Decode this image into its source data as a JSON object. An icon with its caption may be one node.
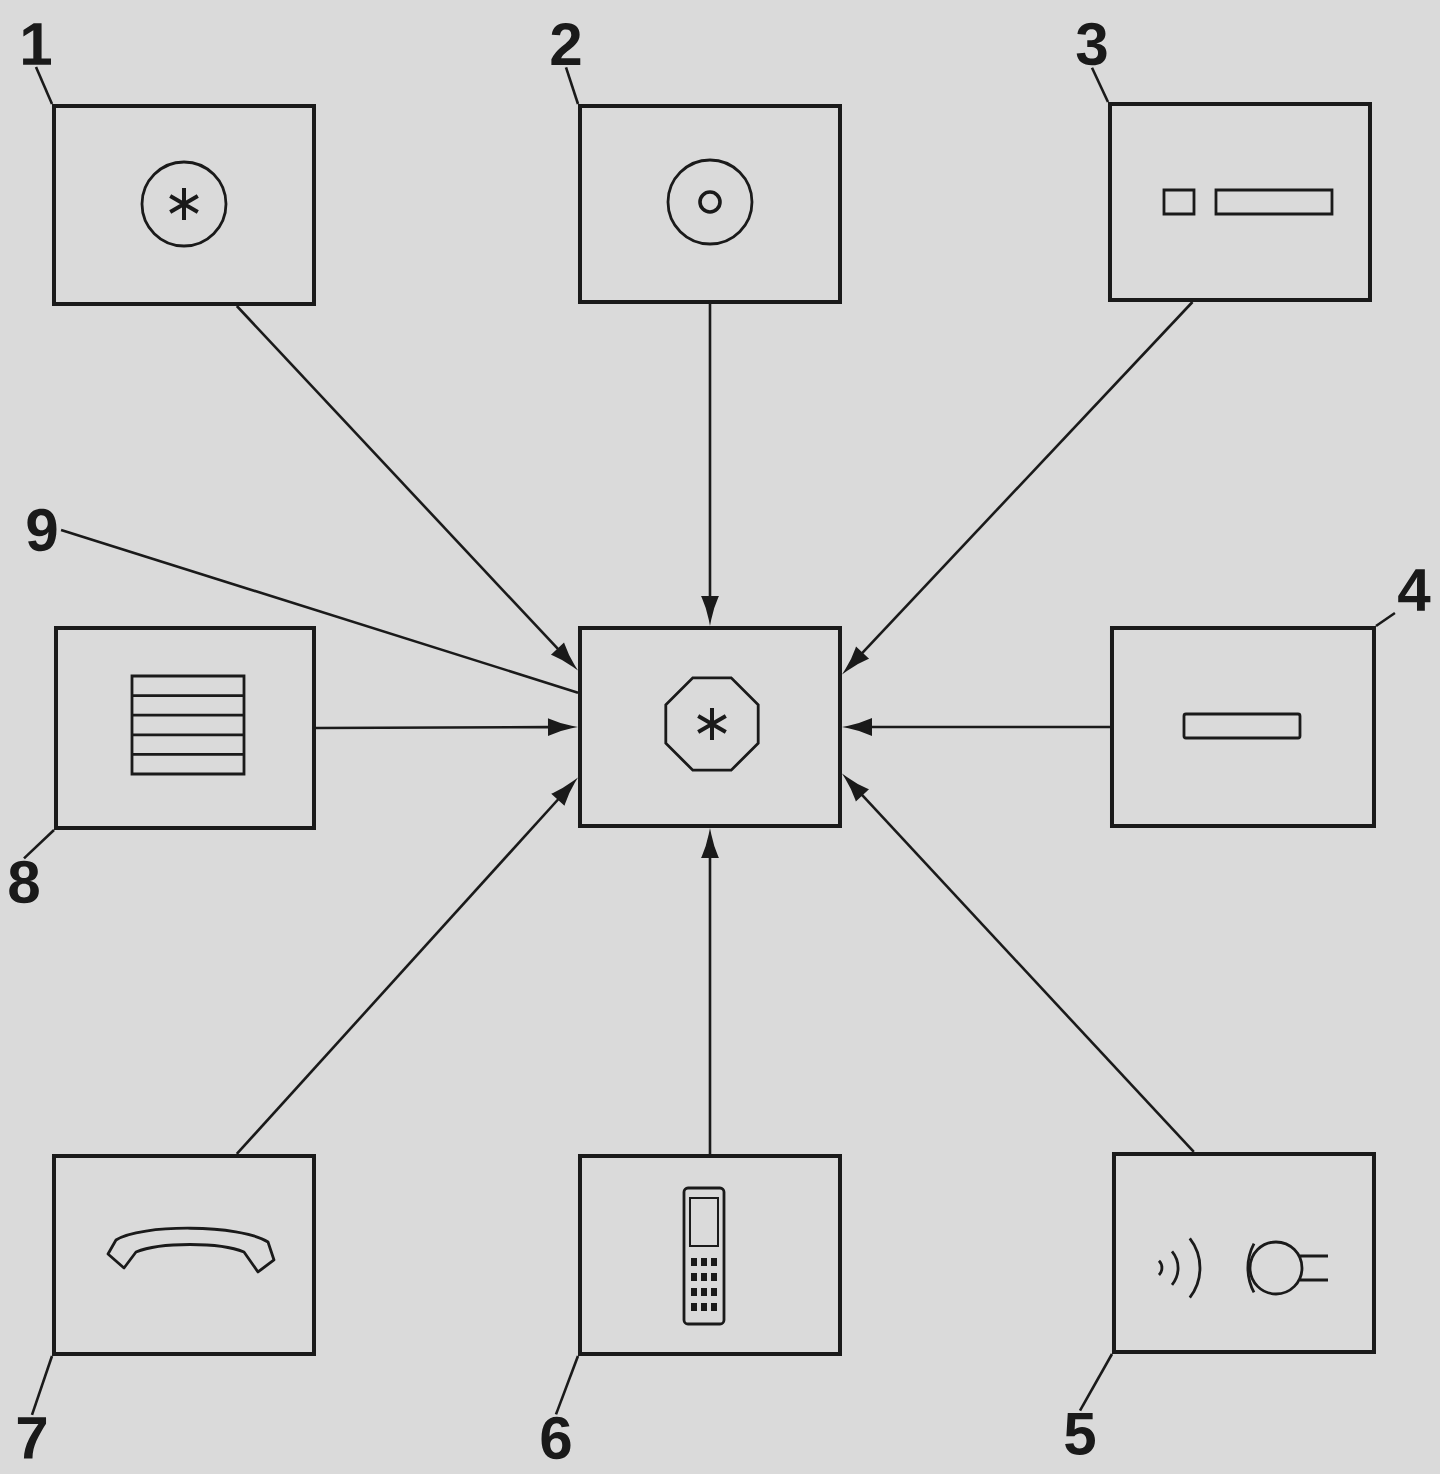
{
  "diagram": {
    "nodes": [
      {
        "text": [
          "1"
        ]
      },
      {
        "text": [],
        "shape": "box"
      },
      {
        "text": [
          "2"
        ]
      },
      {
        "text": [],
        "shape": "box"
      },
      {
        "text": [
          "3"
        ]
      },
      {
        "text": [],
        "shape": "box"
      },
      {
        "text": [
          "9"
        ]
      },
      {
        "text": [
          "4"
        ]
      },
      {
        "text": [],
        "shape": "box"
      },
      {
        "text": [],
        "shape": "box"
      },
      {
        "text": [],
        "shape": "box"
      },
      {
        "text": [
          "8"
        ]
      },
      {
        "text": [],
        "shape": "box"
      },
      {
        "text": [],
        "shape": "box"
      },
      {
        "text": [],
        "shape": "box"
      },
      {
        "text": [
          "7"
        ]
      },
      {
        "text": [
          "6"
        ]
      },
      {
        "text": [
          "5"
        ]
      }
    ],
    "edges": [
      {
        "from": 1,
        "to": 9,
        "arrow": "to"
      },
      {
        "from": 3,
        "to": 9,
        "arrow": "to"
      },
      {
        "from": 5,
        "to": 9,
        "arrow": "to"
      },
      {
        "from": 8,
        "to": 9,
        "arrow": "to"
      },
      {
        "from": 10,
        "to": 9,
        "arrow": "to"
      },
      {
        "from": 12,
        "to": 9,
        "arrow": "to"
      },
      {
        "from": 13,
        "to": 9,
        "arrow": "to"
      },
      {
        "from": 14,
        "to": 9,
        "arrow": "to"
      },
      {
        "from": 0,
        "to": 1,
        "arrow": "none"
      },
      {
        "from": 2,
        "to": 3,
        "arrow": "none"
      },
      {
        "from": 4,
        "to": 5,
        "arrow": "none"
      },
      {
        "from": 6,
        "to": 9,
        "arrow": "none"
      },
      {
        "from": 7,
        "to": 10,
        "arrow": "none"
      },
      {
        "from": 11,
        "to": 8,
        "arrow": "none"
      },
      {
        "from": 15,
        "to": 12,
        "arrow": "none"
      },
      {
        "from": 16,
        "to": 13,
        "arrow": "none"
      },
      {
        "from": 17,
        "to": 14,
        "arrow": "none"
      }
    ]
  }
}
